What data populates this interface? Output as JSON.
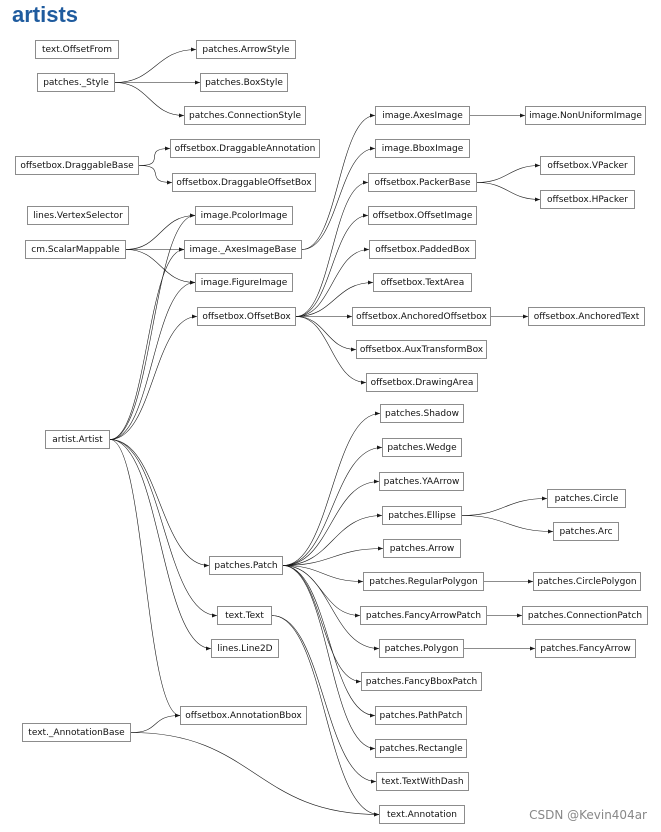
{
  "page": {
    "title": "artists",
    "watermark": "CSDN @Kevin404ar"
  },
  "diagram": {
    "nodes": [
      {
        "id": "text_OffsetFrom",
        "label": "text.OffsetFrom"
      },
      {
        "id": "patches_Style",
        "label": "patches._Style"
      },
      {
        "id": "patches_ArrowStyle",
        "label": "patches.ArrowStyle"
      },
      {
        "id": "patches_BoxStyle",
        "label": "patches.BoxStyle"
      },
      {
        "id": "patches_ConnectionStyle",
        "label": "patches.ConnectionStyle"
      },
      {
        "id": "offsetbox_DraggableBase",
        "label": "offsetbox.DraggableBase"
      },
      {
        "id": "offsetbox_DraggableAnnotation",
        "label": "offsetbox.DraggableAnnotation"
      },
      {
        "id": "offsetbox_DraggableOffsetBox",
        "label": "offsetbox.DraggableOffsetBox"
      },
      {
        "id": "lines_VertexSelector",
        "label": "lines.VertexSelector"
      },
      {
        "id": "cm_ScalarMappable",
        "label": "cm.ScalarMappable"
      },
      {
        "id": "image_PcolorImage",
        "label": "image.PcolorImage"
      },
      {
        "id": "image_AxesImageBase",
        "label": "image._AxesImageBase"
      },
      {
        "id": "image_FigureImage",
        "label": "image.FigureImage"
      },
      {
        "id": "image_AxesImage",
        "label": "image.AxesImage"
      },
      {
        "id": "image_NonUniformImage",
        "label": "image.NonUniformImage"
      },
      {
        "id": "image_BboxImage",
        "label": "image.BboxImage"
      },
      {
        "id": "offsetbox_PackerBase",
        "label": "offsetbox.PackerBase"
      },
      {
        "id": "offsetbox_VPacker",
        "label": "offsetbox.VPacker"
      },
      {
        "id": "offsetbox_HPacker",
        "label": "offsetbox.HPacker"
      },
      {
        "id": "offsetbox_OffsetImage",
        "label": "offsetbox.OffsetImage"
      },
      {
        "id": "offsetbox_PaddedBox",
        "label": "offsetbox.PaddedBox"
      },
      {
        "id": "offsetbox_TextArea",
        "label": "offsetbox.TextArea"
      },
      {
        "id": "offsetbox_OffsetBox",
        "label": "offsetbox.OffsetBox"
      },
      {
        "id": "offsetbox_AnchoredOffsetbox",
        "label": "offsetbox.AnchoredOffsetbox"
      },
      {
        "id": "offsetbox_AnchoredText",
        "label": "offsetbox.AnchoredText"
      },
      {
        "id": "offsetbox_AuxTransformBox",
        "label": "offsetbox.AuxTransformBox"
      },
      {
        "id": "offsetbox_DrawingArea",
        "label": "offsetbox.DrawingArea"
      },
      {
        "id": "artist_Artist",
        "label": "artist.Artist"
      },
      {
        "id": "patches_Shadow",
        "label": "patches.Shadow"
      },
      {
        "id": "patches_Wedge",
        "label": "patches.Wedge"
      },
      {
        "id": "patches_YAArrow",
        "label": "patches.YAArrow"
      },
      {
        "id": "patches_Ellipse",
        "label": "patches.Ellipse"
      },
      {
        "id": "patches_Circle",
        "label": "patches.Circle"
      },
      {
        "id": "patches_Arc",
        "label": "patches.Arc"
      },
      {
        "id": "patches_Arrow",
        "label": "patches.Arrow"
      },
      {
        "id": "patches_Patch",
        "label": "patches.Patch"
      },
      {
        "id": "patches_RegularPolygon",
        "label": "patches.RegularPolygon"
      },
      {
        "id": "patches_CirclePolygon",
        "label": "patches.CirclePolygon"
      },
      {
        "id": "patches_FancyArrowPatch",
        "label": "patches.FancyArrowPatch"
      },
      {
        "id": "patches_ConnectionPatch",
        "label": "patches.ConnectionPatch"
      },
      {
        "id": "text_Text",
        "label": "text.Text"
      },
      {
        "id": "patches_Polygon",
        "label": "patches.Polygon"
      },
      {
        "id": "patches_FancyArrow",
        "label": "patches.FancyArrow"
      },
      {
        "id": "lines_Line2D",
        "label": "lines.Line2D"
      },
      {
        "id": "patches_FancyBboxPatch",
        "label": "patches.FancyBboxPatch"
      },
      {
        "id": "offsetbox_AnnotationBbox",
        "label": "offsetbox.AnnotationBbox"
      },
      {
        "id": "patches_PathPatch",
        "label": "patches.PathPatch"
      },
      {
        "id": "text_AnnotationBase",
        "label": "text._AnnotationBase"
      },
      {
        "id": "patches_Rectangle",
        "label": "patches.Rectangle"
      },
      {
        "id": "text_TextWithDash",
        "label": "text.TextWithDash"
      },
      {
        "id": "text_Annotation",
        "label": "text.Annotation"
      }
    ],
    "edges": [
      [
        "patches_Style",
        "patches_ArrowStyle"
      ],
      [
        "patches_Style",
        "patches_BoxStyle"
      ],
      [
        "patches_Style",
        "patches_ConnectionStyle"
      ],
      [
        "offsetbox_DraggableBase",
        "offsetbox_DraggableAnnotation"
      ],
      [
        "offsetbox_DraggableBase",
        "offsetbox_DraggableOffsetBox"
      ],
      [
        "cm_ScalarMappable",
        "image_PcolorImage"
      ],
      [
        "cm_ScalarMappable",
        "image_AxesImageBase"
      ],
      [
        "cm_ScalarMappable",
        "image_FigureImage"
      ],
      [
        "artist_Artist",
        "image_PcolorImage"
      ],
      [
        "artist_Artist",
        "image_AxesImageBase"
      ],
      [
        "artist_Artist",
        "image_FigureImage"
      ],
      [
        "artist_Artist",
        "offsetbox_OffsetBox"
      ],
      [
        "artist_Artist",
        "patches_Patch"
      ],
      [
        "artist_Artist",
        "text_Text"
      ],
      [
        "artist_Artist",
        "lines_Line2D"
      ],
      [
        "artist_Artist",
        "offsetbox_AnnotationBbox"
      ],
      [
        "image_AxesImageBase",
        "image_AxesImage"
      ],
      [
        "image_AxesImageBase",
        "image_BboxImage"
      ],
      [
        "image_AxesImage",
        "image_NonUniformImage"
      ],
      [
        "offsetbox_PackerBase",
        "offsetbox_VPacker"
      ],
      [
        "offsetbox_PackerBase",
        "offsetbox_HPacker"
      ],
      [
        "offsetbox_OffsetBox",
        "offsetbox_PackerBase"
      ],
      [
        "offsetbox_OffsetBox",
        "offsetbox_OffsetImage"
      ],
      [
        "offsetbox_OffsetBox",
        "offsetbox_PaddedBox"
      ],
      [
        "offsetbox_OffsetBox",
        "offsetbox_TextArea"
      ],
      [
        "offsetbox_OffsetBox",
        "offsetbox_AnchoredOffsetbox"
      ],
      [
        "offsetbox_OffsetBox",
        "offsetbox_AuxTransformBox"
      ],
      [
        "offsetbox_OffsetBox",
        "offsetbox_DrawingArea"
      ],
      [
        "offsetbox_AnchoredOffsetbox",
        "offsetbox_AnchoredText"
      ],
      [
        "patches_Patch",
        "patches_Shadow"
      ],
      [
        "patches_Patch",
        "patches_Wedge"
      ],
      [
        "patches_Patch",
        "patches_YAArrow"
      ],
      [
        "patches_Patch",
        "patches_Ellipse"
      ],
      [
        "patches_Patch",
        "patches_Arrow"
      ],
      [
        "patches_Patch",
        "patches_RegularPolygon"
      ],
      [
        "patches_Patch",
        "patches_FancyArrowPatch"
      ],
      [
        "patches_Patch",
        "patches_Polygon"
      ],
      [
        "patches_Patch",
        "patches_FancyBboxPatch"
      ],
      [
        "patches_Patch",
        "patches_PathPatch"
      ],
      [
        "patches_Patch",
        "patches_Rectangle"
      ],
      [
        "patches_Ellipse",
        "patches_Circle"
      ],
      [
        "patches_Ellipse",
        "patches_Arc"
      ],
      [
        "patches_RegularPolygon",
        "patches_CirclePolygon"
      ],
      [
        "patches_FancyArrowPatch",
        "patches_ConnectionPatch"
      ],
      [
        "patches_Polygon",
        "patches_FancyArrow"
      ],
      [
        "text_Text",
        "text_TextWithDash"
      ],
      [
        "text_Text",
        "text_Annotation"
      ],
      [
        "text_AnnotationBase",
        "offsetbox_AnnotationBbox"
      ],
      [
        "text_AnnotationBase",
        "text_Annotation"
      ]
    ]
  }
}
